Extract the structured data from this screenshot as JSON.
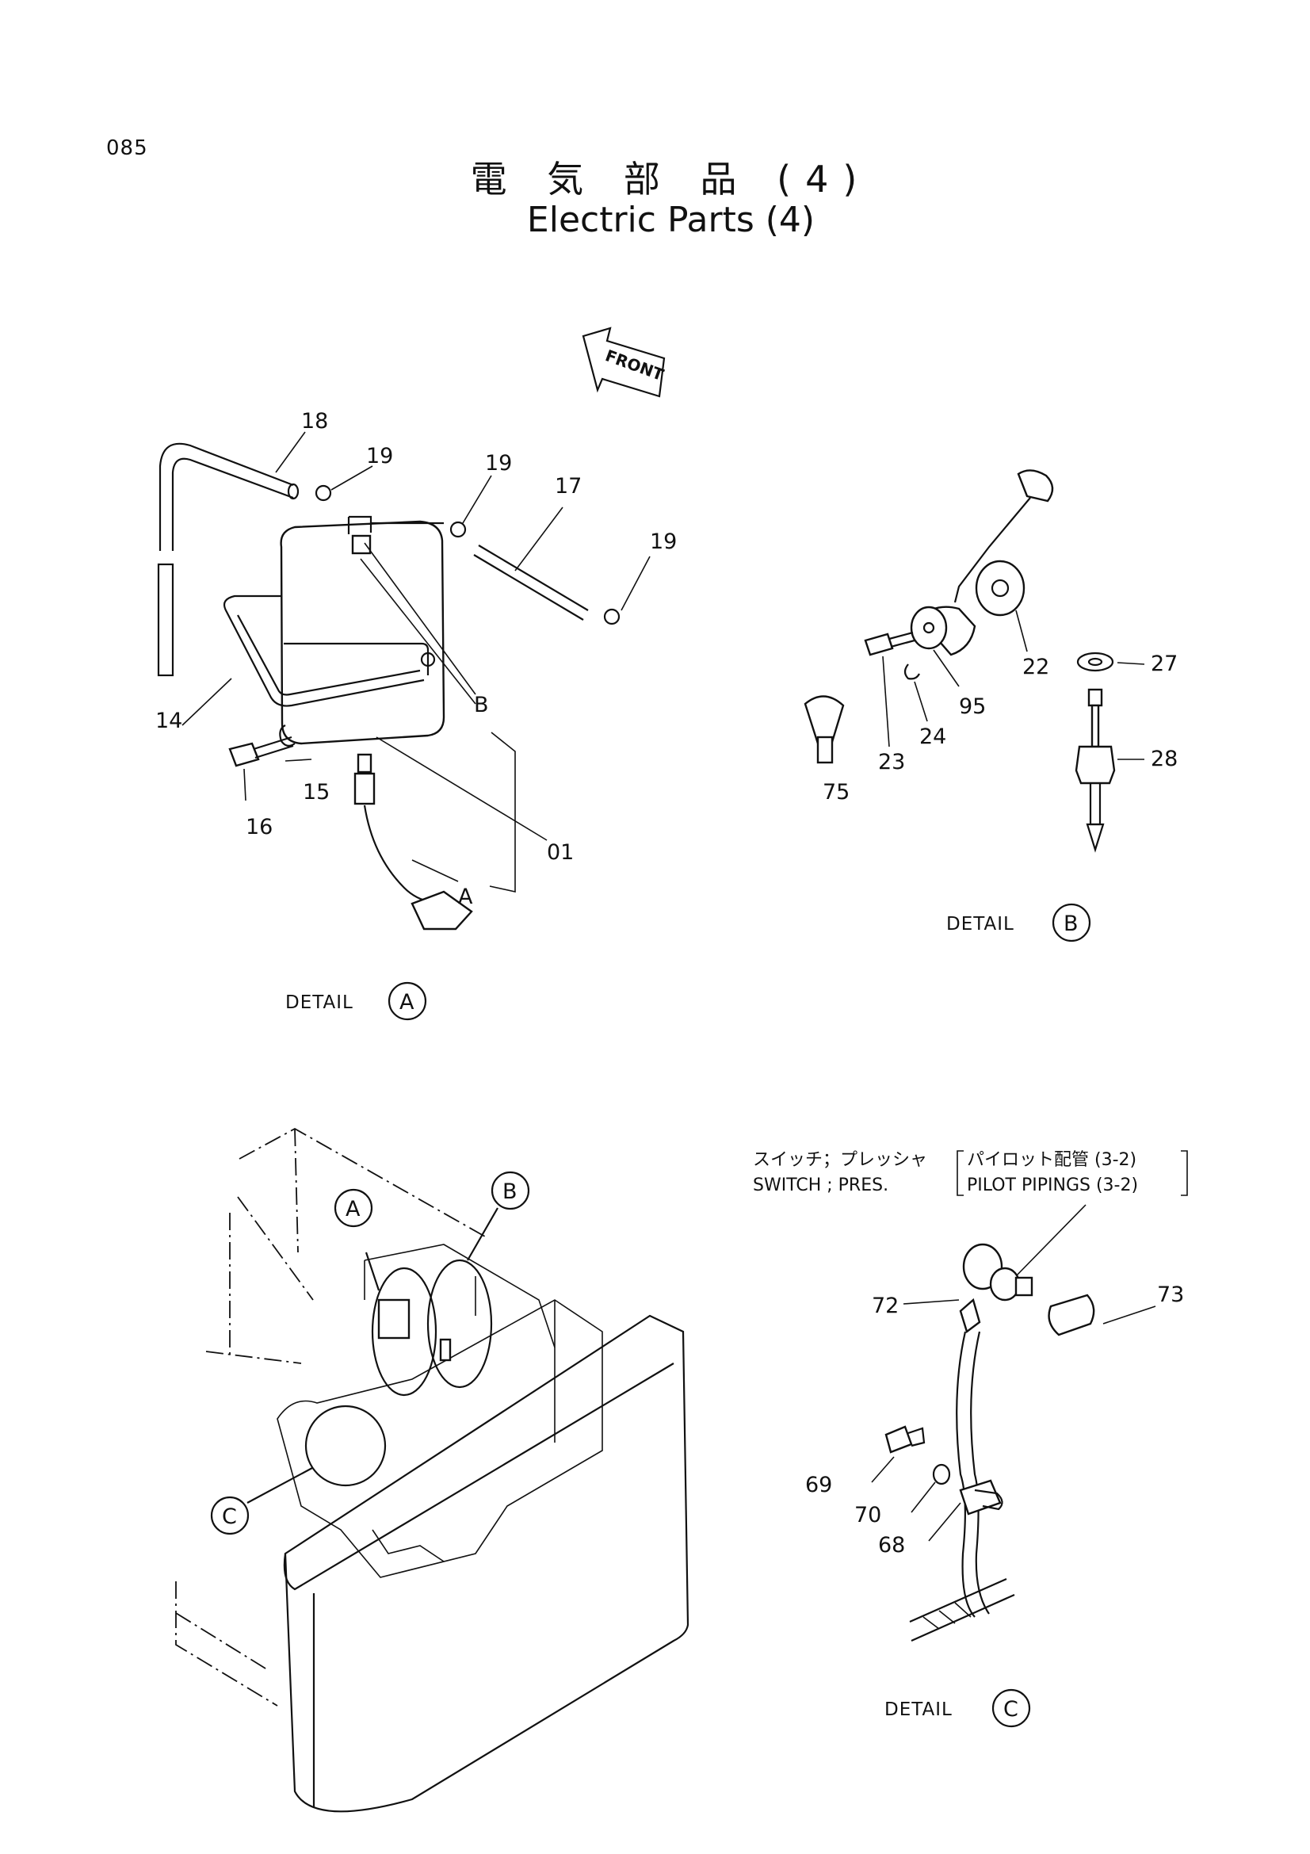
{
  "page": {
    "number": "085"
  },
  "title": {
    "japanese": "電 気 部 品 (4)",
    "english": "Electric Parts (4)"
  },
  "front_marker": "FRONT",
  "detail_a": {
    "caption": "DETAIL",
    "circle": "A",
    "callouts": [
      "18",
      "19",
      "19",
      "17",
      "19",
      "14",
      "B",
      "15",
      "16",
      "01",
      "A"
    ]
  },
  "detail_b": {
    "caption": "DETAIL",
    "circle": "B",
    "callouts": [
      "22",
      "27",
      "95",
      "24",
      "23",
      "75",
      "28"
    ]
  },
  "overview": {
    "circles": [
      "A",
      "B",
      "C"
    ]
  },
  "detail_c": {
    "caption": "DETAIL",
    "circle": "C",
    "note_jp_left": "スイッチ；プレッシャ",
    "note_en_left": "SWITCH ; PRES.",
    "note_jp_right": "パイロット配管 (3-2)",
    "note_en_right": "PILOT PIPINGS (3-2)",
    "callouts": [
      "72",
      "73",
      "69",
      "70",
      "68"
    ]
  }
}
